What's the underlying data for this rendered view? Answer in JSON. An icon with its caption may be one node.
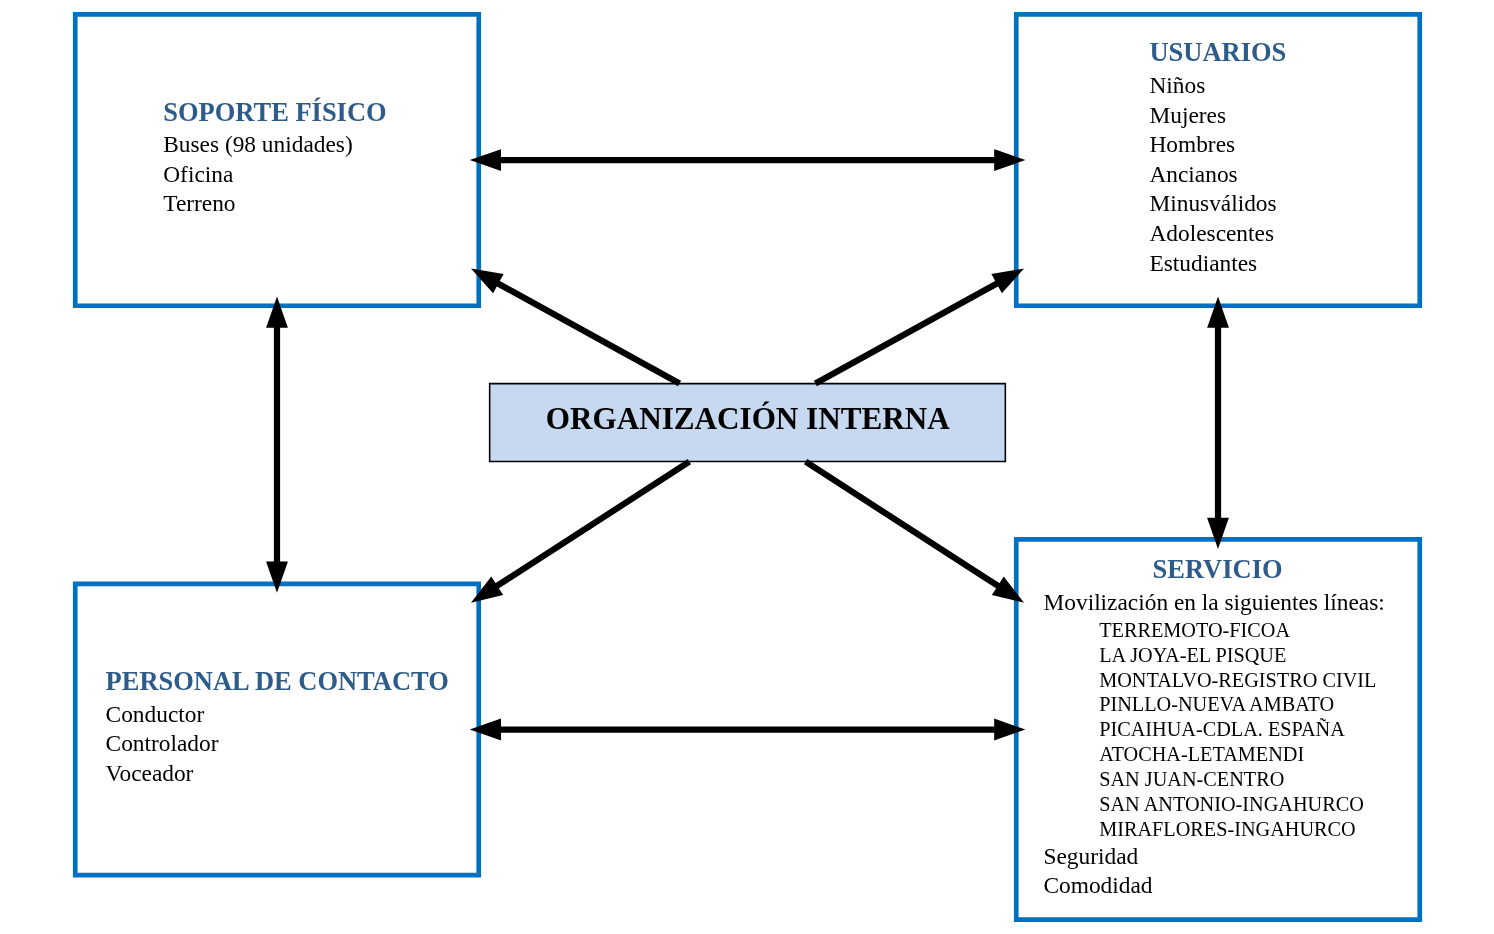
{
  "diagram": {
    "nodes": [
      {
        "text": [
          "SOPORTE FÍSICO",
          "Buses (98 unidades)",
          "Oficina",
          "Terreno"
        ]
      },
      {
        "text": [
          "USUARIOS",
          "Niños",
          "Mujeres",
          "Hombres",
          "Ancianos",
          "Minusválidos",
          "Adolescentes",
          "Estudiantes"
        ]
      },
      {
        "text": [
          "ORGANIZACIÓN INTERNA"
        ]
      },
      {
        "text": [
          "PERSONAL DE CONTACTO",
          "Conductor",
          "Controlador",
          "Voceador"
        ]
      },
      {
        "text": [
          "SERVICIO",
          "Movilización en la siguientes líneas:",
          "TERREMOTO-FICOA",
          "LA JOYA-EL PISQUE",
          "MONTALVO-REGISTRO CIVIL",
          "PINLLO-NUEVA AMBATO",
          "PICAIHUA-CDLA. ESPAÑA",
          "ATOCHA-LETAMENDI",
          "SAN JUAN-CENTRO",
          "SAN ANTONIO-INGAHURCO",
          "MIRAFLORES-INGAHURCO",
          "Seguridad",
          "Comodidad"
        ]
      }
    ],
    "edges": [
      {
        "from": 0,
        "to": 1,
        "arrow": "both"
      },
      {
        "from": 2,
        "to": 0,
        "arrow": "to"
      },
      {
        "from": 2,
        "to": 1,
        "arrow": "to"
      },
      {
        "from": 0,
        "to": 3,
        "arrow": "both"
      },
      {
        "from": 1,
        "to": 4,
        "arrow": "both"
      },
      {
        "from": 2,
        "to": 3,
        "arrow": "to"
      },
      {
        "from": 2,
        "to": 4,
        "arrow": "to"
      },
      {
        "from": 3,
        "to": 4,
        "arrow": "both"
      }
    ]
  }
}
